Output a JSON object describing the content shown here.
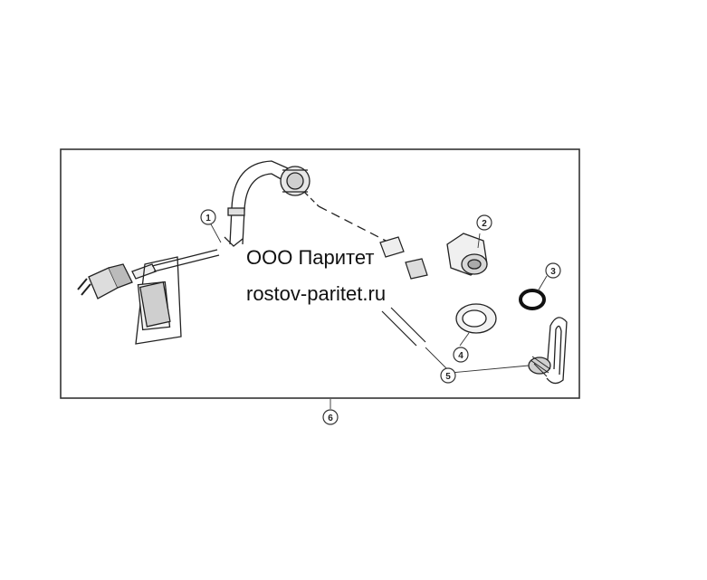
{
  "watermark": {
    "line1": "ООО Паритет",
    "line2": "rostov-paritet.ru"
  },
  "callouts": [
    "1",
    "2",
    "3",
    "4",
    "5",
    "6"
  ]
}
